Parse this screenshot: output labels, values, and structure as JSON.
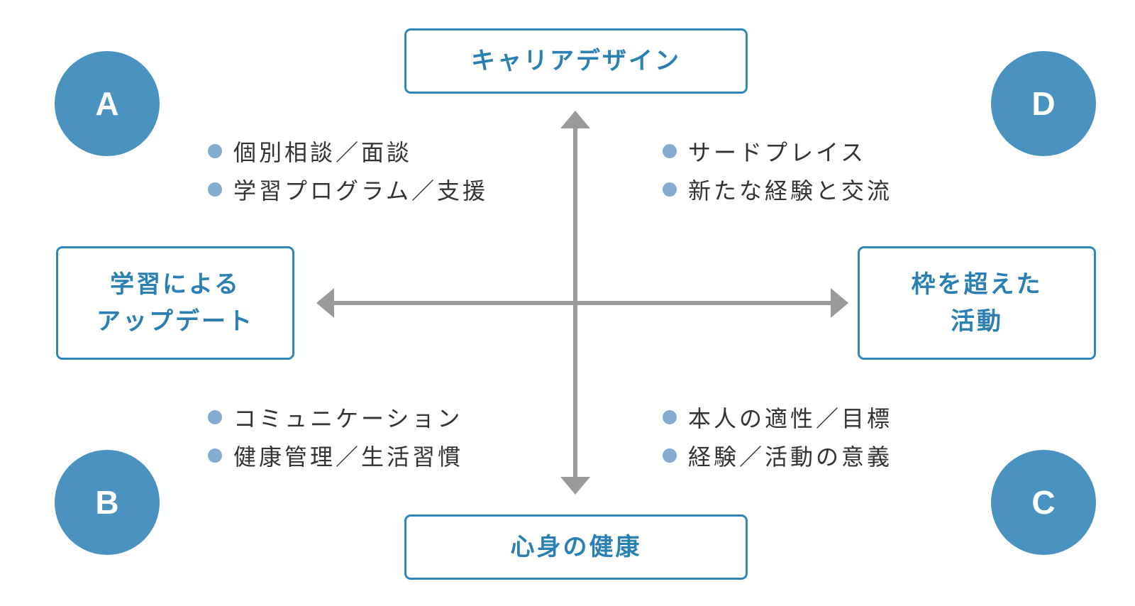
{
  "axes": {
    "top": "キャリアデザイン",
    "bottom": "心身の健康",
    "left": [
      "学習による",
      "アップデート"
    ],
    "right": [
      "枠を超えた",
      "活動"
    ]
  },
  "quadrants": {
    "a": {
      "letter": "A",
      "items": [
        "個別相談／面談",
        "学習プログラム／支援"
      ]
    },
    "b": {
      "letter": "B",
      "items": [
        "コミュニケーション",
        "健康管理／生活習慣"
      ]
    },
    "c": {
      "letter": "C",
      "items": [
        "本人の適性／目標",
        "経験／活動の意義"
      ]
    },
    "d": {
      "letter": "D",
      "items": [
        "サードプレイス",
        "新たな経験と交流"
      ]
    }
  },
  "colors": {
    "accent": "#2f86b8",
    "circle": "#4a93c0",
    "bullet": "#84abd0",
    "arrow": "#9a9a9a",
    "text": "#333333"
  }
}
